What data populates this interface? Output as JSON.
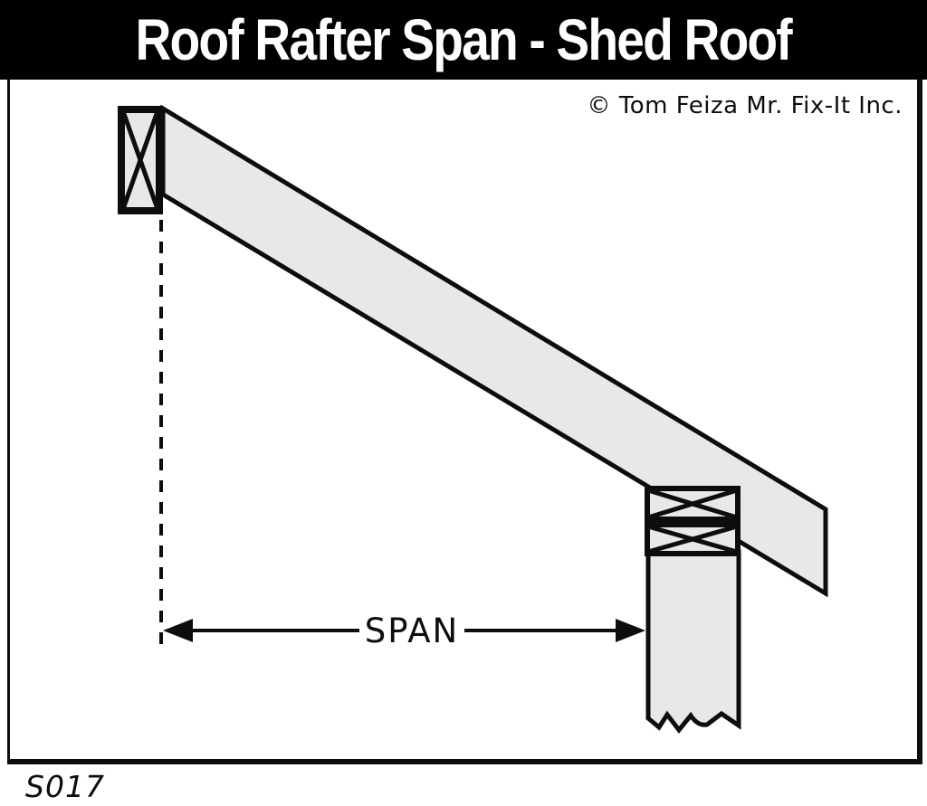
{
  "title": {
    "text": "Roof Rafter Span - Shed Roof"
  },
  "credit": {
    "text": "© Tom Feiza Mr. Fix-It Inc."
  },
  "diagram": {
    "span_label": "SPAN",
    "drawing_code": "S017",
    "components": [
      "sloped-rafter",
      "ledger-board-end-view",
      "double-top-plate-end-view",
      "wall-below-plate",
      "height-reference-dashed-line",
      "span-dimension-arrow"
    ]
  },
  "colors": {
    "band-bg": "#000000",
    "band-text": "#ffffff",
    "ink": "#0d0d0d",
    "wood": "#e8e8e9",
    "paper": "#ffffff"
  }
}
